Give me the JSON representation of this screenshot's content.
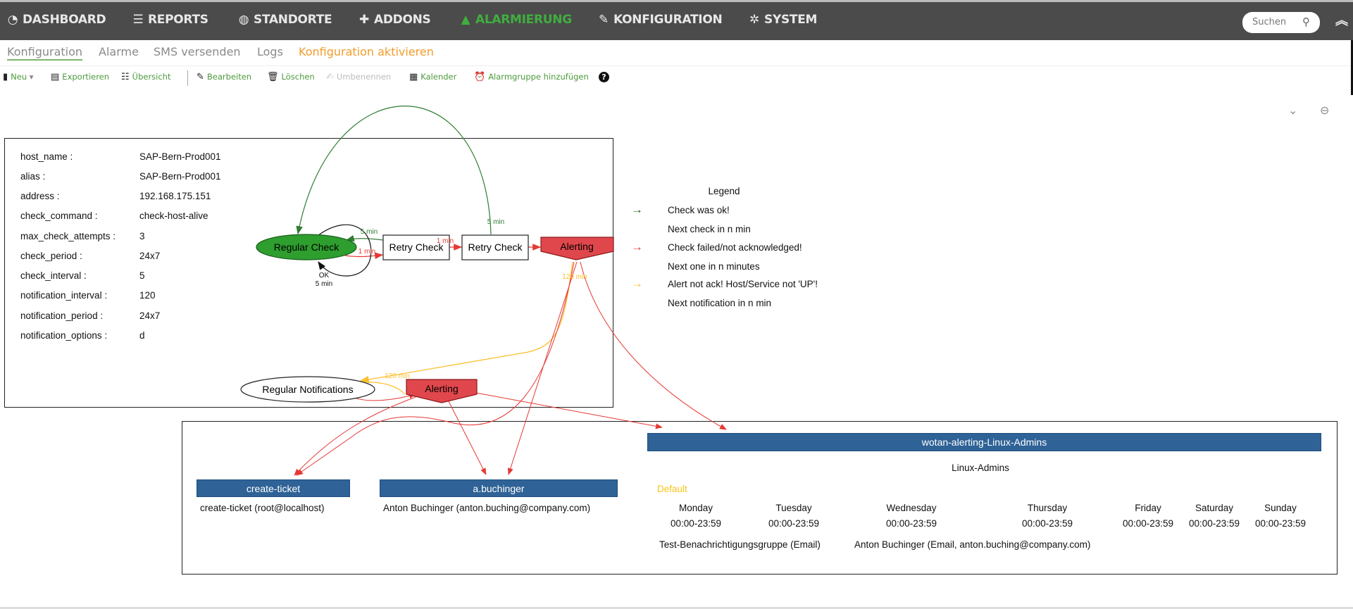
{
  "nav": {
    "items": [
      {
        "label": "DASHBOARD",
        "icon": "dashboard-logo-icon"
      },
      {
        "label": "REPORTS",
        "icon": "reports-icon"
      },
      {
        "label": "STANDORTE",
        "icon": "globe-icon"
      },
      {
        "label": "ADDONS",
        "icon": "puzzle-icon"
      },
      {
        "label": "ALARMIERUNG",
        "icon": "bell-icon",
        "active": true
      },
      {
        "label": "KONFIGURATION",
        "icon": "wrench-icon"
      },
      {
        "label": "SYSTEM",
        "icon": "gear-icon"
      }
    ],
    "search_placeholder": "Suchen",
    "active_color": "#3fae3f"
  },
  "subnav": {
    "items": [
      "Konfiguration",
      "Alarme",
      "SMS versenden",
      "Logs",
      "Konfiguration aktivieren"
    ],
    "highlight_color": "#f39c2a"
  },
  "toolbar": {
    "new": "Neu",
    "export": "Exportieren",
    "overview": "Übersicht",
    "edit": "Bearbeiten",
    "delete": "Löschen",
    "rename": "Umbenennen",
    "calendar": "Kalender",
    "add_group": "Alarmgruppe hinzufügen"
  },
  "host": {
    "rows": [
      {
        "key": "host_name  :",
        "value": "SAP-Bern-Prod001"
      },
      {
        "key": "alias  :",
        "value": "SAP-Bern-Prod001"
      },
      {
        "key": "address  :",
        "value": "192.168.175.151"
      },
      {
        "key": "check_command  :",
        "value": "check-host-alive"
      },
      {
        "key": "max_check_attempts  :",
        "value": "3"
      },
      {
        "key": "check_period  :",
        "value": "24x7"
      },
      {
        "key": "check_interval  :",
        "value": "5"
      },
      {
        "key": "notification_interval  :",
        "value": "120"
      },
      {
        "key": "notification_period  :",
        "value": "24x7"
      },
      {
        "key": "notification_options  :",
        "value": "d"
      }
    ]
  },
  "graph": {
    "regular_check": "Regular Check",
    "retry_check_1": "Retry Check",
    "retry_check_2": "Retry Check",
    "alerting": "Alerting",
    "regular_notifications": "Regular Notifications",
    "alerting_2": "Alerting",
    "edge_5min_top": "5 min",
    "edge_5min_back": "5 min",
    "edge_1min_a": "1 min",
    "edge_1min_b": "1 min",
    "edge_ok": "OK",
    "edge_ok_5min": "5 min",
    "edge_120min_a": "120 min",
    "edge_120min_b": "120 min",
    "colors": {
      "ok": "#2e7d32",
      "fail": "#e53935",
      "notify": "#fbc02d",
      "alert_fill": "#e0474c",
      "check_fill": "#2e9e2e",
      "bar": "#2f6296"
    }
  },
  "legend": {
    "title": "Legend",
    "rows": [
      "Check was ok!",
      "Next check in n min",
      "Check failed/not acknowledged!",
      "Next one in n minutes",
      "Alert not ack! Host/Service not 'UP'!",
      "Next notification in n min"
    ]
  },
  "contacts": {
    "create_ticket": {
      "name": "create-ticket",
      "detail": "create-ticket (root@localhost)"
    },
    "buchinger": {
      "name": "a.buchinger",
      "detail": "Anton Buchinger (anton.buching@company.com)"
    },
    "group": {
      "name": "wotan-alerting-Linux-Admins",
      "alias": "Linux-Admins",
      "timeperiod": "Default",
      "days": [
        {
          "day": "Monday",
          "time": "00:00-23:59"
        },
        {
          "day": "Tuesday",
          "time": "00:00-23:59"
        },
        {
          "day": "Wednesday",
          "time": "00:00-23:59"
        },
        {
          "day": "Thursday",
          "time": "00:00-23:59"
        },
        {
          "day": "Friday",
          "time": "00:00-23:59"
        },
        {
          "day": "Saturday",
          "time": "00:00-23:59"
        },
        {
          "day": "Sunday",
          "time": "00:00-23:59"
        }
      ],
      "members": [
        "Test-Benachrichtigungsgruppe (Email)",
        "Anton Buchinger (Email, anton.buching@company.com)"
      ]
    }
  }
}
